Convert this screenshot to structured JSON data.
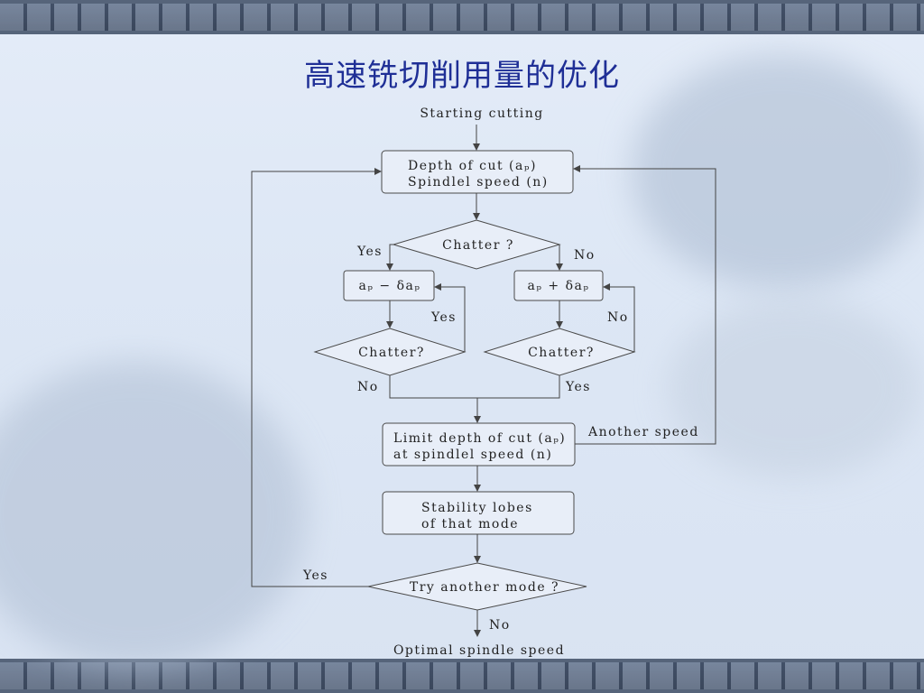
{
  "title": "高速铣切削用量的优化",
  "nodes": {
    "start": "Starting cutting",
    "box1_line1": "Depth of cut (aₚ)",
    "box1_line2": "Spindlel speed (n)",
    "chatter_main": "Chatter ?",
    "dec_box": "aₚ − δaₚ",
    "inc_box": "aₚ + δaₚ",
    "chatter_left": "Chatter?",
    "chatter_right": "Chatter?",
    "limit_line1": "Limit depth of cut (aₚ)",
    "limit_line2": "at spindlel speed (n)",
    "stab_line1": "Stability lobes",
    "stab_line2": "of that mode",
    "try_mode": "Try another mode ?",
    "end": "Optimal spindle speed"
  },
  "edge_labels": {
    "main_yes": "Yes",
    "main_no": "No",
    "left_yes": "Yes",
    "right_no": "No",
    "left_no": "No",
    "right_yes": "Yes",
    "another_speed": "Another speed",
    "try_yes": "Yes",
    "try_no": "No"
  },
  "colors": {
    "title": "#1f2f96",
    "box_fill": "#e8eef8",
    "stroke": "#444444",
    "brick_band": "#9aa6b8"
  }
}
